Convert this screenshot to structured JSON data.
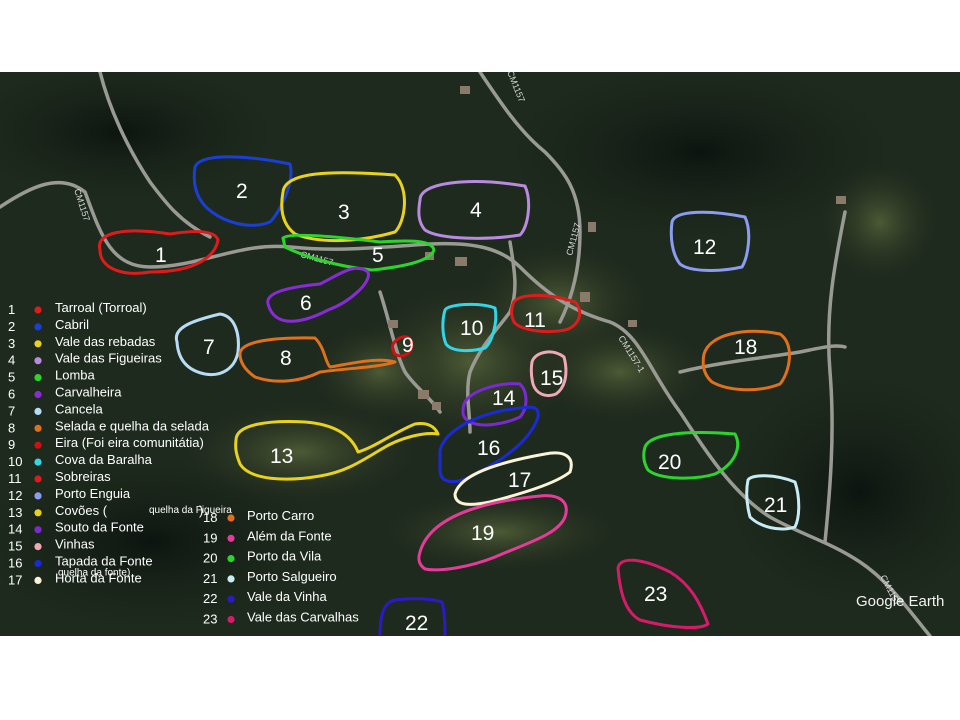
{
  "brand": {
    "label": "Google Earth"
  },
  "road_labels": [
    "CM1157",
    "CM1157",
    "CM1157",
    "CM1157-1",
    "CM1157",
    "CM1157"
  ],
  "colors": {
    "1": "#e01b1b",
    "2": "#1a3fd6",
    "3": "#e8d21c",
    "4": "#b98ae0",
    "5": "#2ed42e",
    "6": "#8a2ad8",
    "7": "#b8dcf5",
    "8": "#e0701c",
    "9": "#d11010",
    "10": "#33d6e6",
    "11": "#e01b1b",
    "12": "#8c9cf0",
    "13": "#e8d21c",
    "14": "#7a2ad0",
    "15": "#f0a8b8",
    "16": "#1a2ad6",
    "17": "#fbf4d8",
    "18": "#e0701c",
    "19": "#e83a9a",
    "20": "#2ed42e",
    "21": "#c8ecf5",
    "22": "#2a1ac8",
    "23": "#d81a6a"
  },
  "areas": [
    {
      "num": "1"
    },
    {
      "num": "2"
    },
    {
      "num": "3"
    },
    {
      "num": "4"
    },
    {
      "num": "5"
    },
    {
      "num": "6"
    },
    {
      "num": "7"
    },
    {
      "num": "8"
    },
    {
      "num": "9"
    },
    {
      "num": "10"
    },
    {
      "num": "11"
    },
    {
      "num": "12"
    },
    {
      "num": "13"
    },
    {
      "num": "14"
    },
    {
      "num": "15"
    },
    {
      "num": "16"
    },
    {
      "num": "17"
    },
    {
      "num": "18"
    },
    {
      "num": "19"
    },
    {
      "num": "20"
    },
    {
      "num": "21"
    },
    {
      "num": "22"
    },
    {
      "num": "23"
    }
  ],
  "legend_left": [
    {
      "num": "1",
      "label": "Tarroal (Torroal)"
    },
    {
      "num": "2",
      "label": "Cabril"
    },
    {
      "num": "3",
      "label": "Vale das rebadas"
    },
    {
      "num": "4",
      "label": "Vale das Figueiras"
    },
    {
      "num": "5",
      "label": "Lomba"
    },
    {
      "num": "6",
      "label": "Carvalheira"
    },
    {
      "num": "7",
      "label": "Cancela"
    },
    {
      "num": "8",
      "label": "Selada e quelha da selada"
    },
    {
      "num": "9",
      "label": "Eira (Foi eira comunitátia)"
    },
    {
      "num": "10",
      "label": "Cova da Baralha"
    },
    {
      "num": "11",
      "label": "Sobreiras"
    },
    {
      "num": "12",
      "label": "Porto Enguia"
    },
    {
      "num": "13",
      "label": "Covões (",
      "small": "quelha da Figueira",
      "tail": ")"
    },
    {
      "num": "14",
      "label": "Souto da Fonte"
    },
    {
      "num": "15",
      "label": "Vinhas"
    },
    {
      "num": "16",
      "label": "Tapada da Fonte",
      "small": "quelha da fonte)"
    },
    {
      "num": "17",
      "label": "Horta da Fonte"
    }
  ],
  "legend_right": [
    {
      "num": "18",
      "label": "Porto Carro"
    },
    {
      "num": "19",
      "label": "Além da Fonte"
    },
    {
      "num": "20",
      "label": "Porto da Vila"
    },
    {
      "num": "21",
      "label": "Porto Salgueiro"
    },
    {
      "num": "22",
      "label": "Vale da Vinha"
    },
    {
      "num": "23",
      "label": "Vale das Carvalhas"
    }
  ]
}
